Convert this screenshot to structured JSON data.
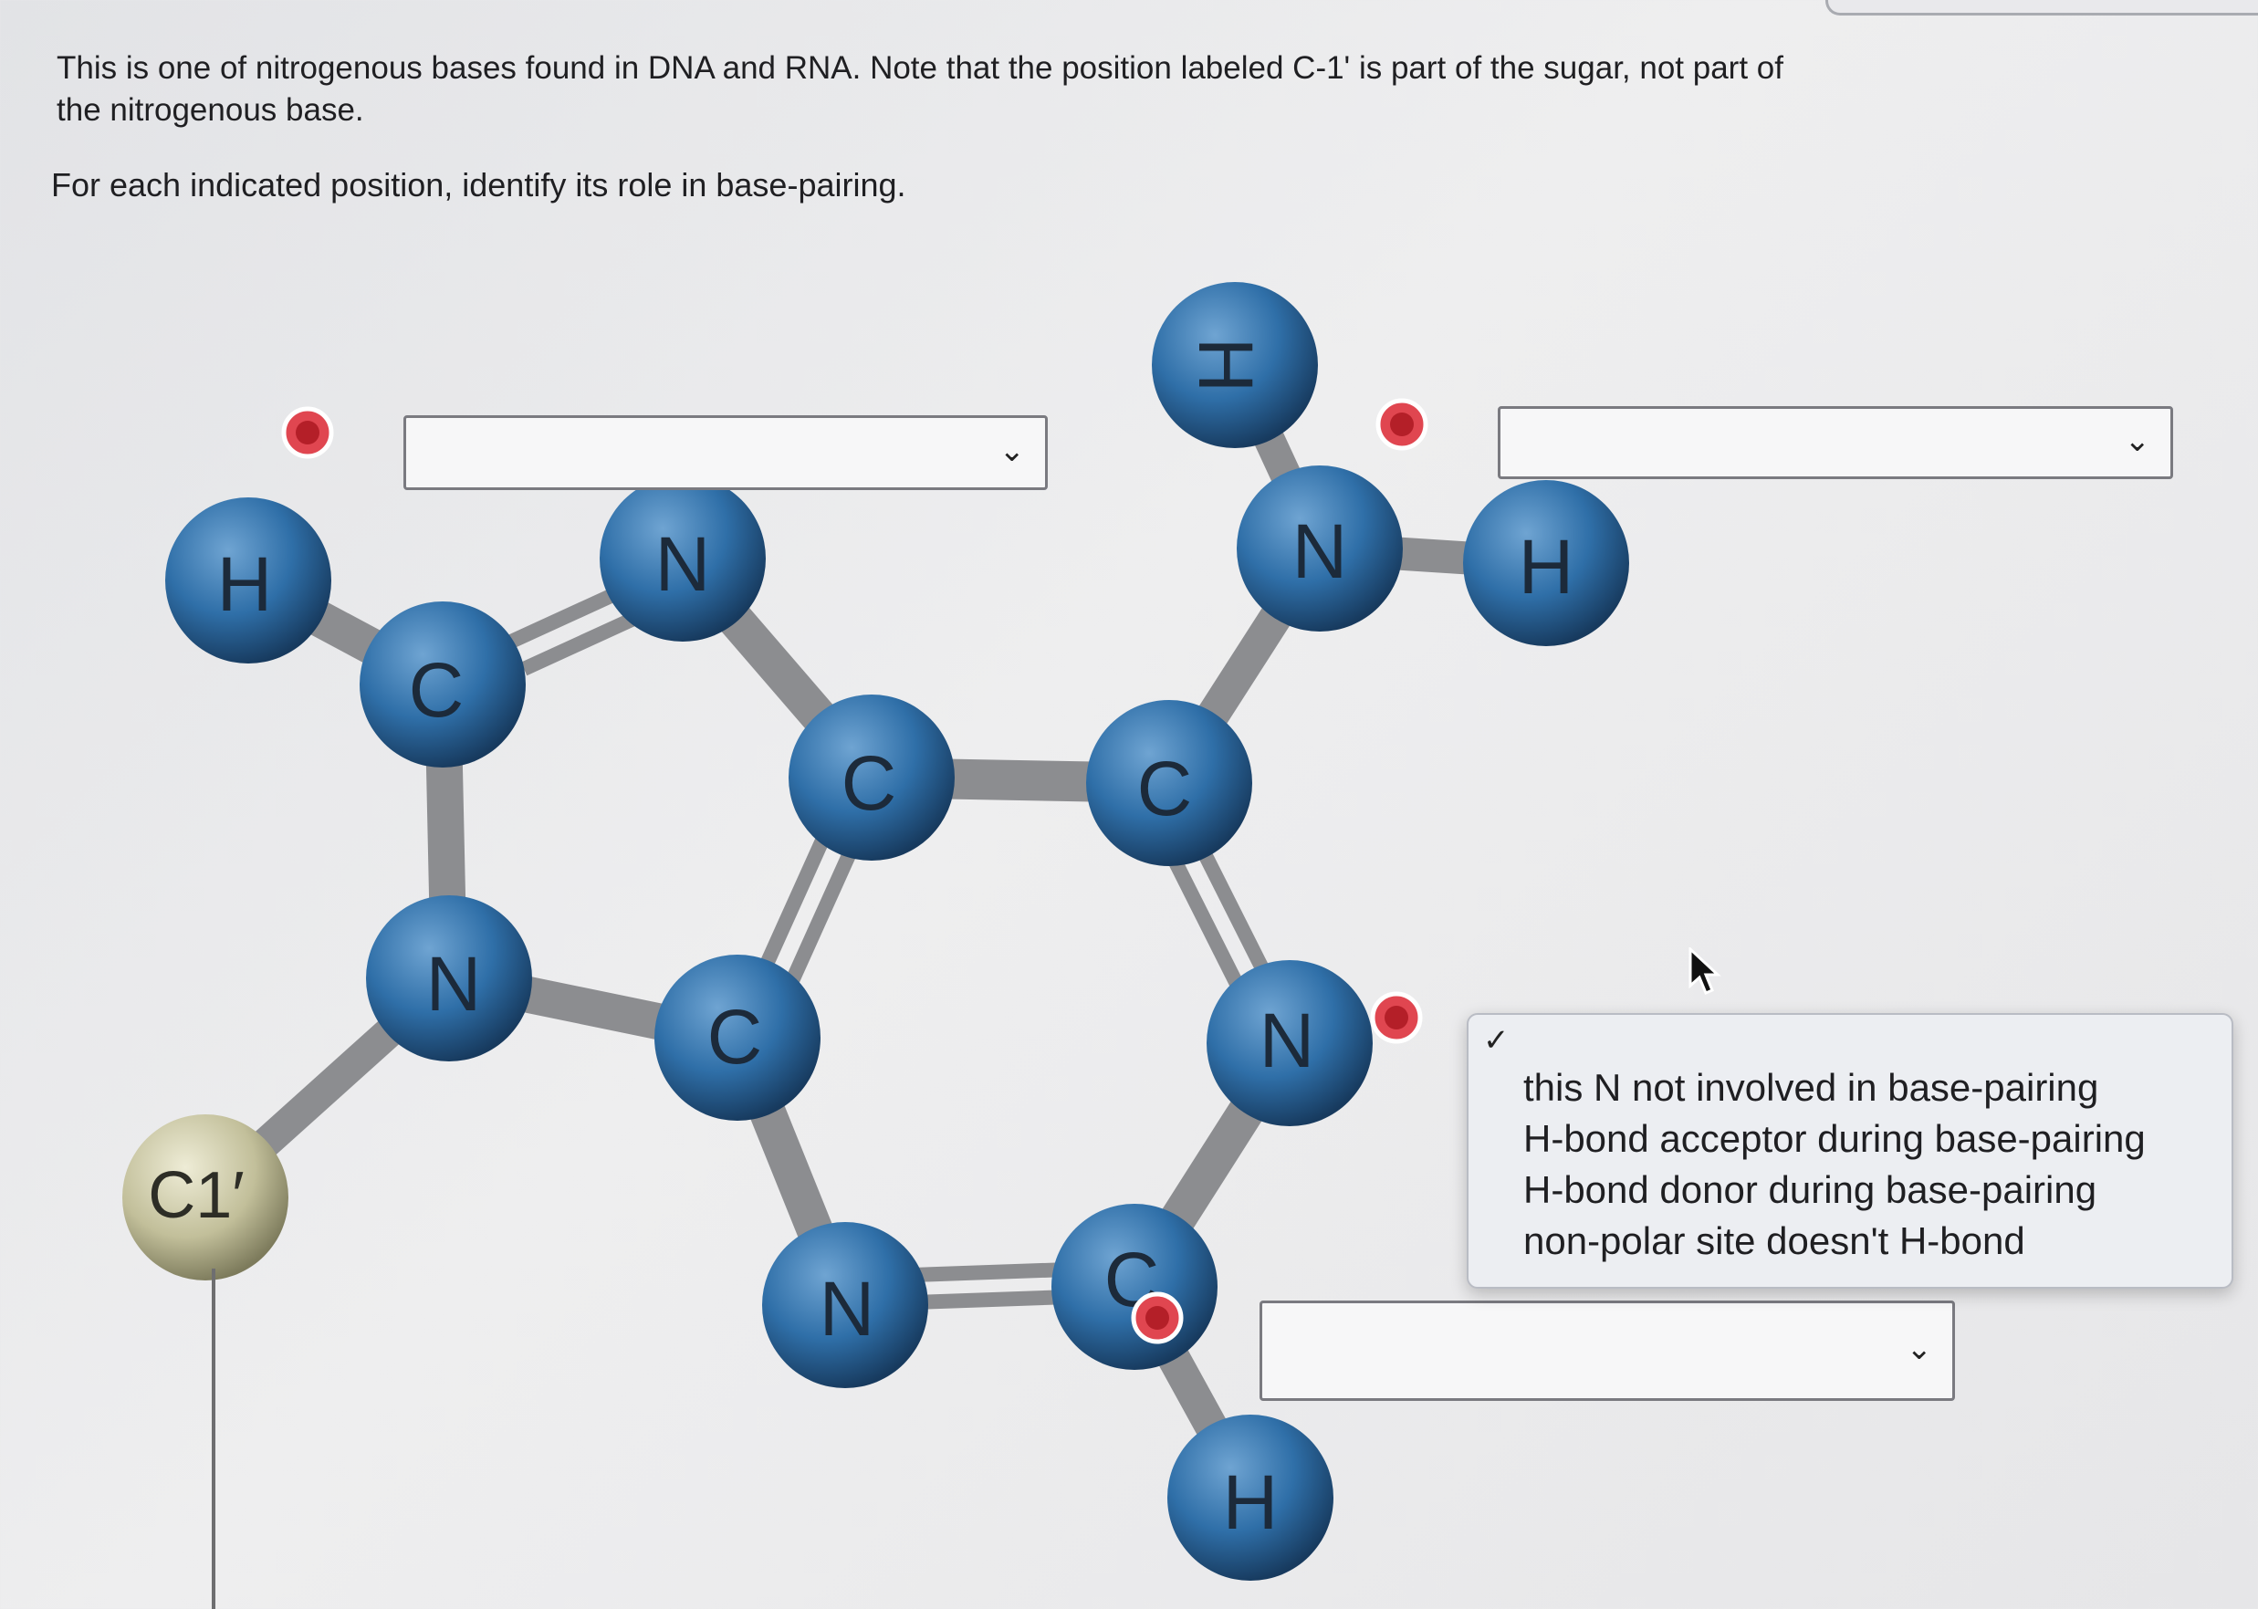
{
  "question": {
    "line1": "This is one of nitrogenous bases found in DNA and RNA.  Note that the position labeled C-1' is part of the sugar, not part of",
    "line2": "the nitrogenous base.",
    "instruction": "For each indicated position, identify its role in base-pairing."
  },
  "molecule": {
    "atoms": {
      "h_left": "H",
      "c_five": "C",
      "n_top": "N",
      "c_center": "C",
      "c_right": "C",
      "h_amine_top": "H",
      "n_amine": "N",
      "h_amine_right": "H",
      "n_five": "N",
      "c_lower": "C",
      "n_ring_right": "N",
      "n_bottom": "N",
      "c_bottom": "C",
      "h_bottom": "H",
      "c1": "C1′"
    }
  },
  "dropdowns": {
    "top_left": {
      "value": ""
    },
    "top_right": {
      "value": ""
    },
    "bottom": {
      "value": ""
    }
  },
  "open_menu": {
    "check": "✓",
    "options": [
      "this N not involved in base-pairing",
      "H-bond acceptor during base-pairing",
      "H-bond donor during base-pairing",
      "non-polar site doesn't H-bond"
    ]
  },
  "colors": {
    "atom_blue": "#2f6fa8",
    "c1_atom": "#c9c6a3",
    "hotspot_red": "#e04650",
    "bond_gray": "#8e8f92"
  }
}
